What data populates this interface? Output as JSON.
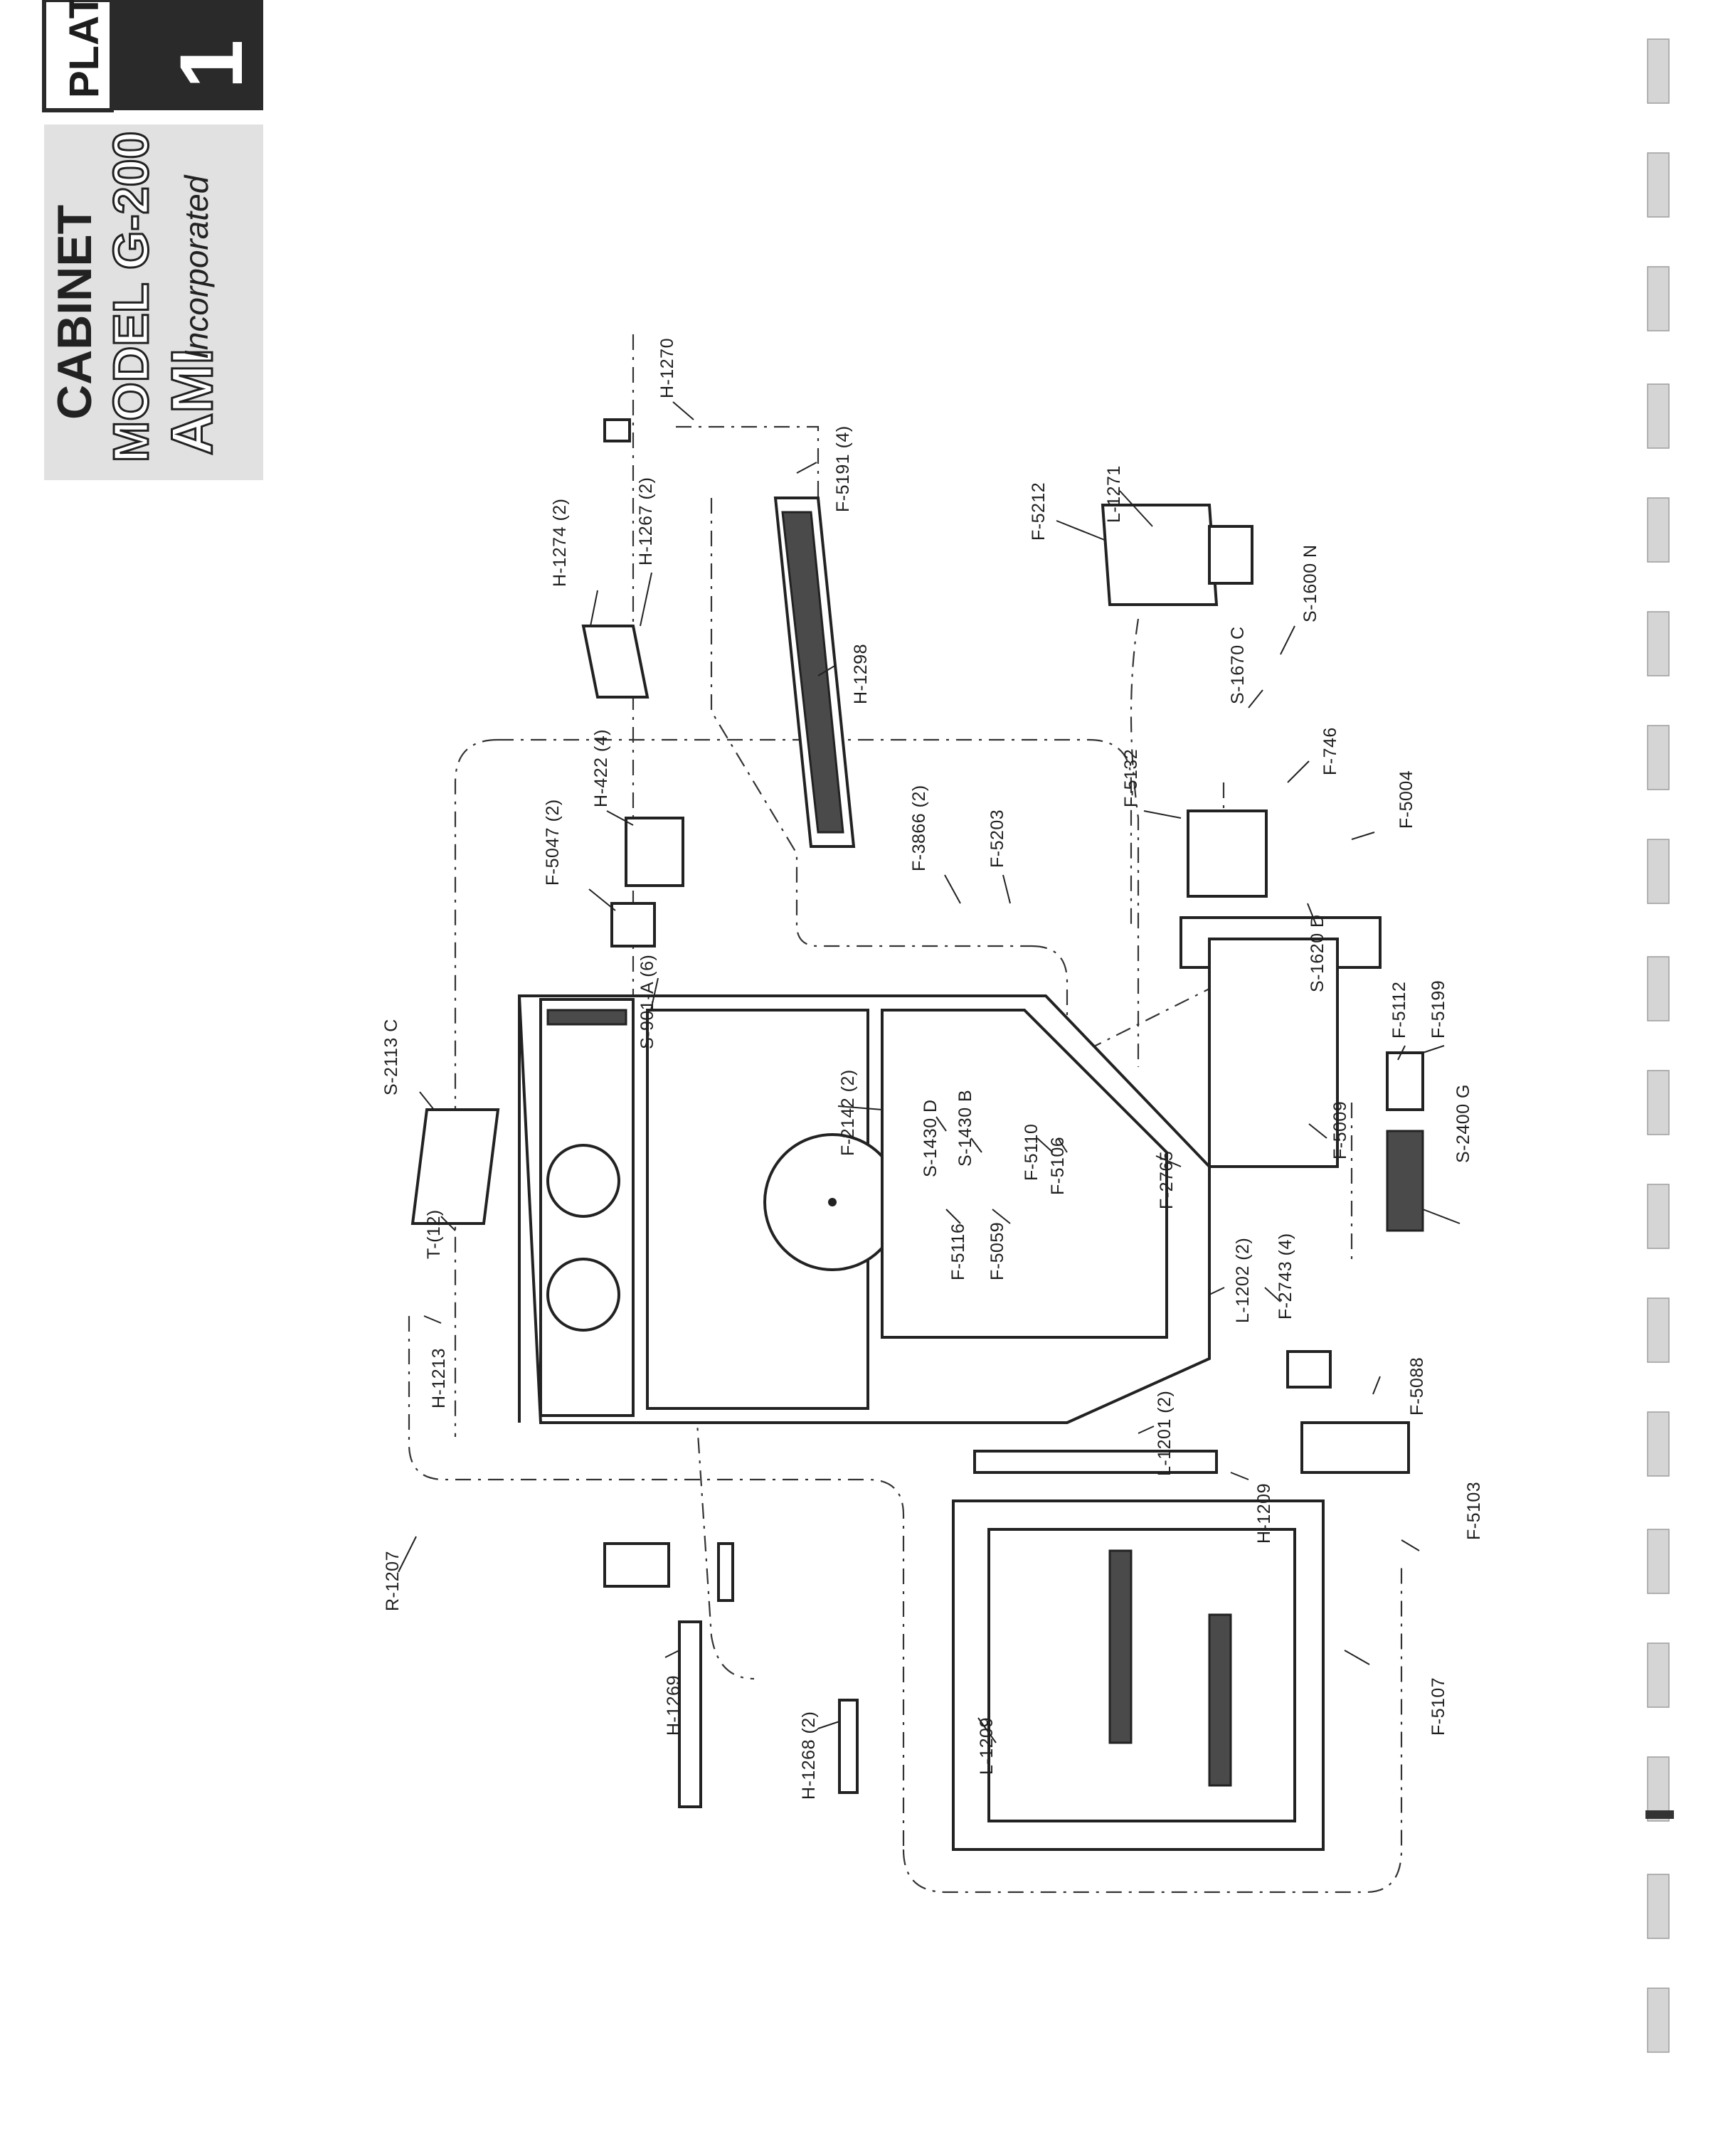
{
  "plate": {
    "word": "PLATE",
    "number": "1"
  },
  "title": {
    "heading": "CABINET",
    "model": "MODEL G-200",
    "brand": "AMI",
    "brand_suffix": "Incorporated"
  },
  "parts": [
    {
      "id": "H-1270"
    },
    {
      "id": "F-5191 (4)"
    },
    {
      "id": "H-1274 (2)"
    },
    {
      "id": "H-1267 (2)"
    },
    {
      "id": "H-1298"
    },
    {
      "id": "F-5212"
    },
    {
      "id": "L-1271"
    },
    {
      "id": "S-1600 N"
    },
    {
      "id": "S-1670 C"
    },
    {
      "id": "F-746"
    },
    {
      "id": "F-5004"
    },
    {
      "id": "F-5132"
    },
    {
      "id": "H-422 (4)"
    },
    {
      "id": "F-5047 (2)"
    },
    {
      "id": "F-3866 (2)"
    },
    {
      "id": "F-5203"
    },
    {
      "id": "S-1620 D"
    },
    {
      "id": "S-901-A (6)"
    },
    {
      "id": "S-2113 C"
    },
    {
      "id": "F-5112"
    },
    {
      "id": "F-5199"
    },
    {
      "id": "S-2400 G"
    },
    {
      "id": "F-5009"
    },
    {
      "id": "F-2142 (2)"
    },
    {
      "id": "S-1430 D"
    },
    {
      "id": "S-1430 B"
    },
    {
      "id": "F-5110"
    },
    {
      "id": "F-5106"
    },
    {
      "id": "F-2765"
    },
    {
      "id": "T-(12)"
    },
    {
      "id": "H-1213"
    },
    {
      "id": "F-5116"
    },
    {
      "id": "F-5059"
    },
    {
      "id": "L-1202 (2)"
    },
    {
      "id": "F-2743 (4)"
    },
    {
      "id": "F-5088"
    },
    {
      "id": "L-1201 (2)"
    },
    {
      "id": "H-1209"
    },
    {
      "id": "F-5103"
    },
    {
      "id": "R-1207"
    },
    {
      "id": "H-1269"
    },
    {
      "id": "H-1268 (2)"
    },
    {
      "id": "L-1209"
    },
    {
      "id": "F-5107"
    }
  ]
}
